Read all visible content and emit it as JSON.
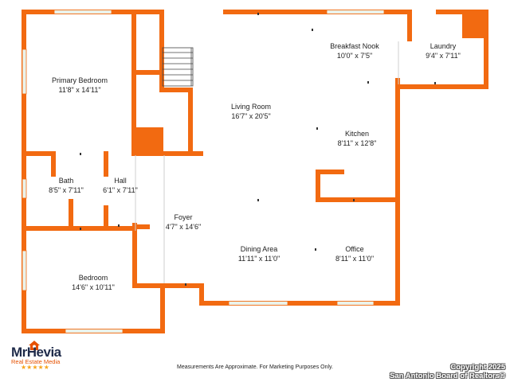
{
  "rooms": [
    {
      "name": "Primary Bedroom",
      "dims": "11'8\" x 14'11\""
    },
    {
      "name": "Breakfast Nook",
      "dims": "10'0\" x 7'5\""
    },
    {
      "name": "Laundry",
      "dims": "9'4\" x 7'11\""
    },
    {
      "name": "Living Room",
      "dims": "16'7\" x 20'5\""
    },
    {
      "name": "Kitchen",
      "dims": "8'11\" x 12'8\""
    },
    {
      "name": "Bath",
      "dims": "8'5\" x 7'11\""
    },
    {
      "name": "Hall",
      "dims": "6'1\" x 7'11\""
    },
    {
      "name": "Foyer",
      "dims": "4'7\" x 14'6\""
    },
    {
      "name": "Dining Area",
      "dims": "11'11\" x 11'0\""
    },
    {
      "name": "Office",
      "dims": "8'11\" x 11'0\""
    },
    {
      "name": "Bedroom",
      "dims": "14'6\" x 10'11\""
    }
  ],
  "disclaimer": "Measurements Are Approximate. For Marketing Purposes Only.",
  "copyright": [
    "Copyright 2025",
    "San Antonio Board of Realtors®"
  ],
  "logo": {
    "brand": "MrHevia",
    "tagline": "Real Estate Media",
    "stars": "★★★★★"
  },
  "colors": {
    "wall": "#f26a11",
    "window": "#e8f0e8",
    "text": "#222222"
  }
}
